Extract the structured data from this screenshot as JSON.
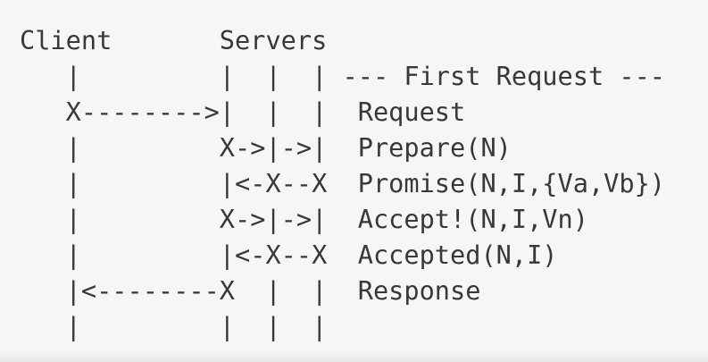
{
  "colors": {
    "background": "#f6f6f8",
    "text": "#37373c",
    "bottom_strip": "#e7e7ea"
  },
  "diagram": {
    "type": "ascii-sequence-diagram",
    "client_label": "Client",
    "servers_label": "Servers",
    "section_title": "--- First Request ---",
    "message_labels": [
      "Request",
      "Prepare(N)",
      "Promise(N,I,{Va,Vb})",
      "Accept!(N,I,Vn)",
      "Accepted(N,I)",
      "Response"
    ],
    "lines": [
      {
        "name": "header",
        "text": "Client       Servers"
      },
      {
        "name": "divider",
        "text": "   |         |  |  | --- First Request ---"
      },
      {
        "name": "request",
        "text": "   X-------->|  |  |  Request"
      },
      {
        "name": "prepare",
        "text": "   |         X->|->|  Prepare(N)"
      },
      {
        "name": "promise",
        "text": "   |         |<-X--X  Promise(N,I,{Va,Vb})"
      },
      {
        "name": "accept",
        "text": "   |         X->|->|  Accept!(N,I,Vn)"
      },
      {
        "name": "accepted",
        "text": "   |         |<-X--X  Accepted(N,I)"
      },
      {
        "name": "response",
        "text": "   |<--------X  |  |  Response"
      },
      {
        "name": "lifelines",
        "text": "   |         |  |  |"
      }
    ]
  }
}
